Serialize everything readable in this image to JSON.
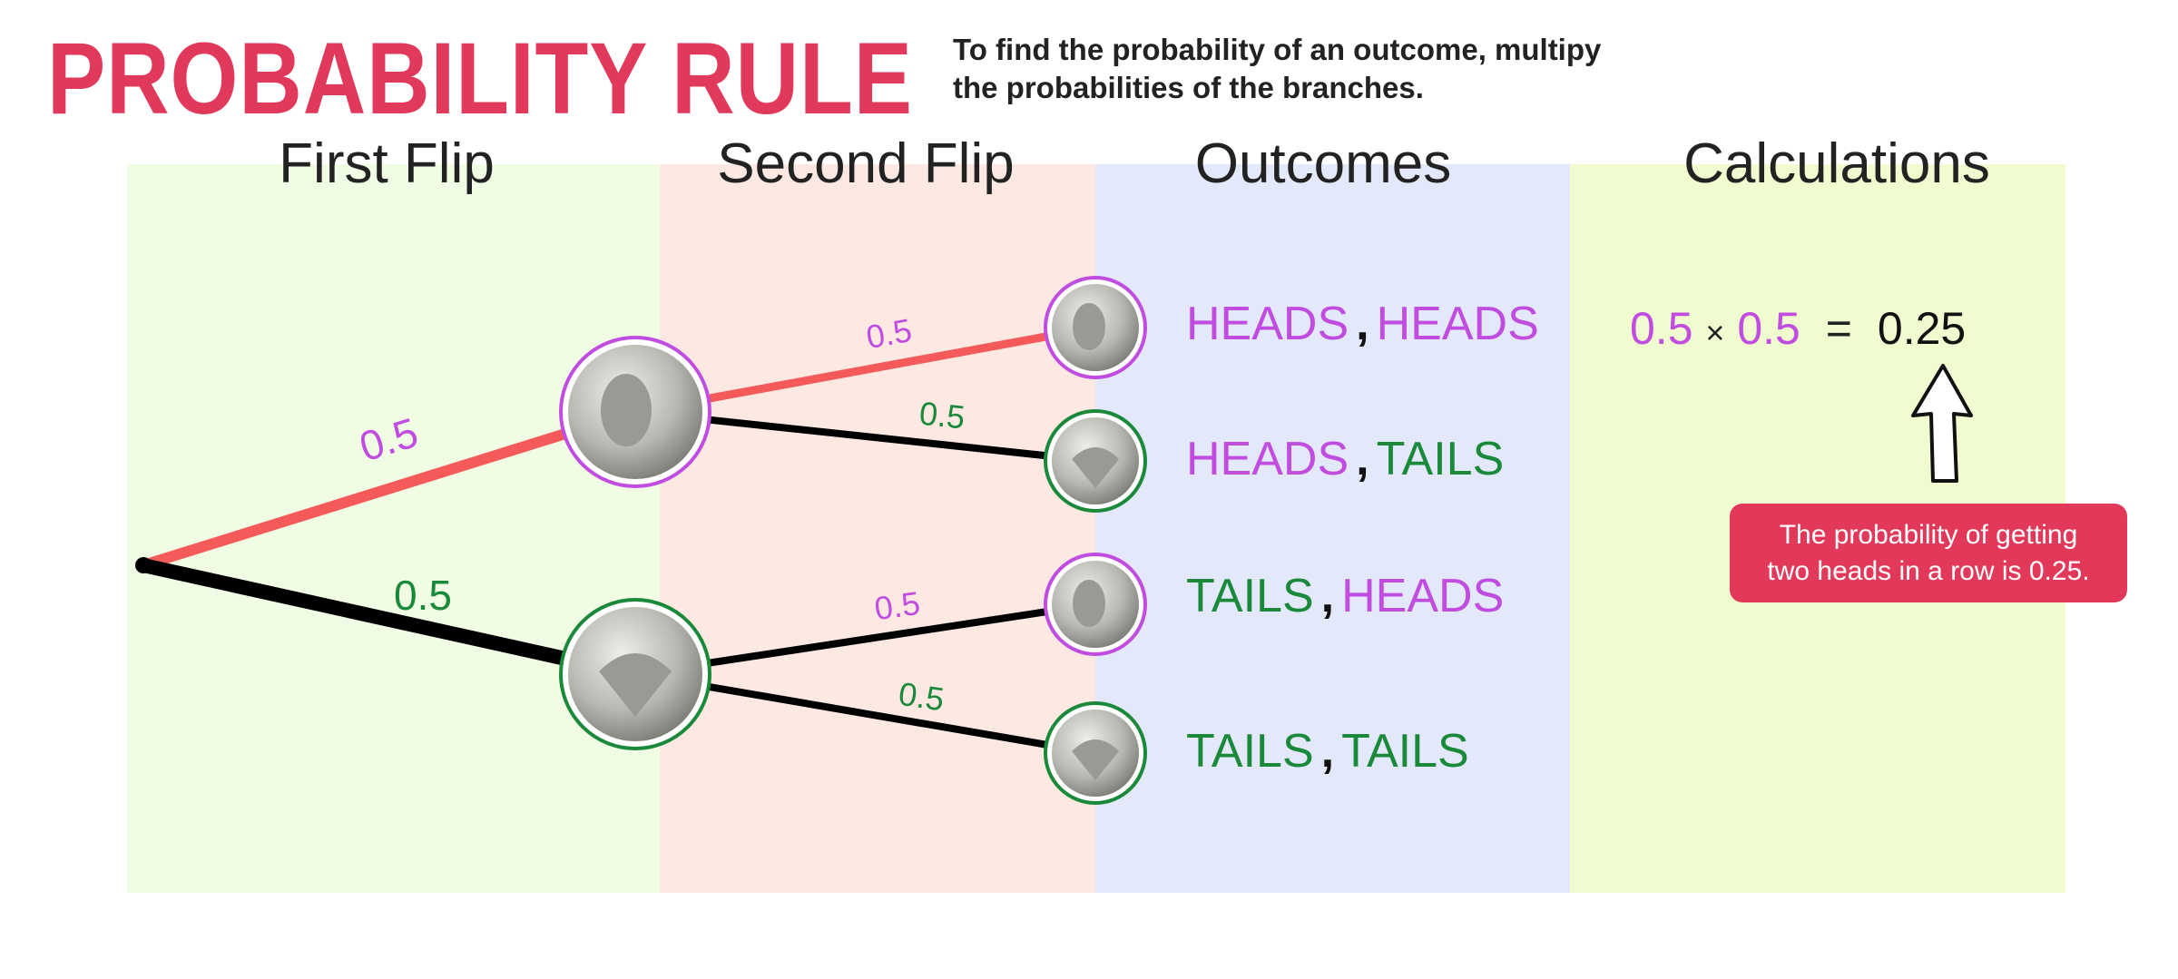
{
  "title": "PROBABILITY RULE",
  "subtitle_lines": [
    "To find the probability of an outcome, multipy",
    "the probabilities of the branches."
  ],
  "columns": [
    "First Flip",
    "Second Flip",
    "Outcomes",
    "Calculations"
  ],
  "colors": {
    "heads": "#c04de0",
    "tails": "#1a8a3a",
    "highlight_branch": "#f55a5a",
    "title": "#e0395c",
    "note_bg": "#e2385a",
    "panels": [
      "#f0fce4",
      "#fde9e2",
      "#e3e8fb",
      "#f0fbd0"
    ]
  },
  "first_flip": [
    {
      "coin": "heads",
      "probability": "0.5"
    },
    {
      "coin": "tails",
      "probability": "0.5"
    }
  ],
  "second_flip": [
    {
      "coin": "heads",
      "probability": "0.5"
    },
    {
      "coin": "tails",
      "probability": "0.5"
    },
    {
      "coin": "heads",
      "probability": "0.5"
    },
    {
      "coin": "tails",
      "probability": "0.5"
    }
  ],
  "outcomes": [
    {
      "first": "HEADS",
      "second": "HEADS"
    },
    {
      "first": "HEADS",
      "second": "TAILS"
    },
    {
      "first": "TAILS",
      "second": "HEADS"
    },
    {
      "first": "TAILS",
      "second": "TAILS"
    }
  ],
  "comma": ",",
  "calculation": {
    "a": "0.5",
    "times": "×",
    "b": "0.5",
    "equals": "=",
    "result": "0.25"
  },
  "note": "The probability of getting two heads in a row is 0.25."
}
